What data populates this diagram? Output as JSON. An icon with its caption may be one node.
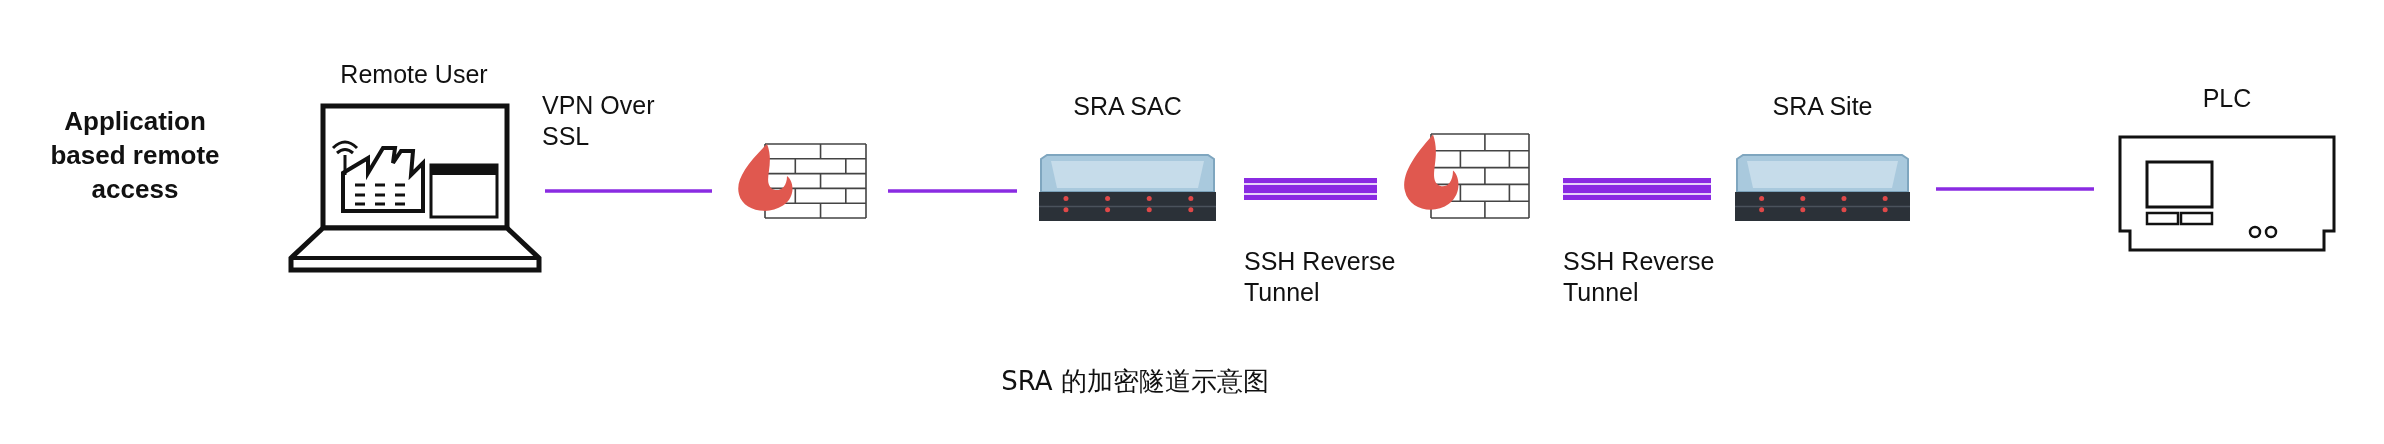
{
  "diagram": {
    "caption": "SRA 的加密隧道示意图",
    "nodes": [
      {
        "text": [
          "Remote User"
        ]
      },
      {
        "text": [],
        "shape": "picture"
      },
      {
        "text": [
          "SRA SAC"
        ]
      },
      {
        "text": [],
        "shape": "picture"
      },
      {
        "text": [
          "SRA Site"
        ]
      },
      {
        "text": [
          "PLC"
        ]
      }
    ],
    "edges": [
      {
        "from": 0,
        "to": 1,
        "arrow": "none",
        "label": "VPN Over SSL"
      },
      {
        "from": 1,
        "to": 2,
        "arrow": "none"
      },
      {
        "from": 2,
        "to": 3,
        "arrow": "none",
        "style": "thick",
        "label": "SSH Reverse Tunnel"
      },
      {
        "from": 3,
        "to": 4,
        "arrow": "none",
        "style": "thick",
        "label": "SSH Reverse Tunnel"
      },
      {
        "from": 4,
        "to": 5,
        "arrow": "none"
      }
    ],
    "labels": [
      "Application based remote access"
    ]
  }
}
